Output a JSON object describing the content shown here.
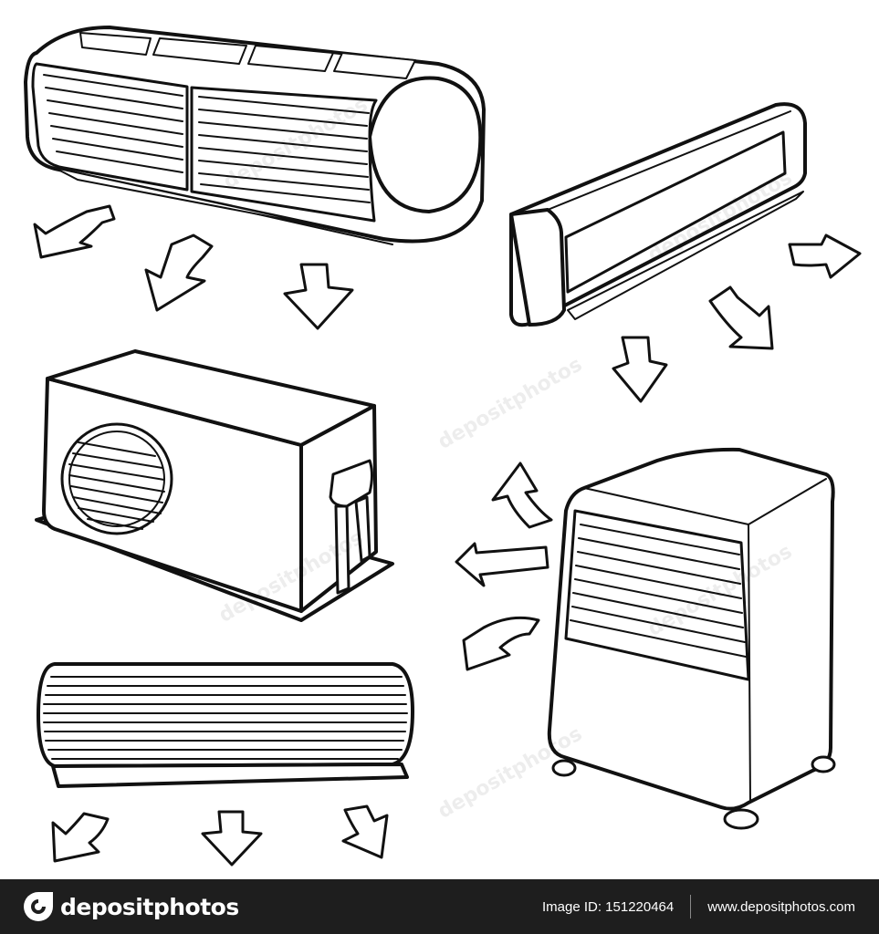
{
  "watermark": {
    "text": "depositphotos"
  },
  "footer": {
    "brand": "depositphotos",
    "image_id": "Image ID: 151220464",
    "site": "www.depositphotos.com",
    "background_color": "#1e1e1e"
  },
  "icons": [
    "logo-mark-icon",
    "air-flow-arrow-icon"
  ]
}
